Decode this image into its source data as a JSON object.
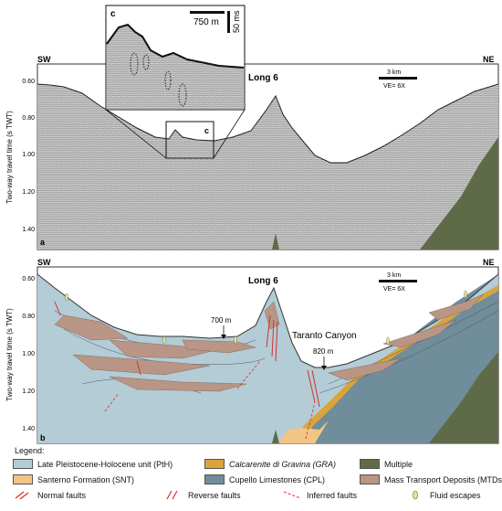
{
  "panel_a": {
    "letter": "a",
    "profile_name": "Long 6",
    "left_end": "SW",
    "right_end": "NE",
    "y_axis_label": "Two-way travel time (s TWT)",
    "y_ticks": [
      "0.60",
      "0.80",
      "1.00",
      "1.20",
      "1.40"
    ],
    "scale_bar": "3 km",
    "ve": "VE= 6X",
    "inset": {
      "letter": "c",
      "h_scale": "750 m",
      "v_scale": "50 ms"
    },
    "box_letter": "c"
  },
  "panel_b": {
    "letter": "b",
    "profile_name": "Long 6",
    "left_end": "SW",
    "right_end": "NE",
    "y_axis_label": "Two-way travel time (s TWT)",
    "y_ticks": [
      "0.60",
      "0.80",
      "1.00",
      "1.20",
      "1.40"
    ],
    "scale_bar": "3 km",
    "ve": "VE= 6X",
    "label_700": "700 m",
    "label_820": "820 m",
    "canyon_label": "Taranto Canyon"
  },
  "legend": {
    "title": "Legend:",
    "items": [
      {
        "label": "Late Pleistocene-Holocene unit (PtH)",
        "color": "#b3ccd6"
      },
      {
        "label": "Calcarenite di Gravina (GRA)",
        "color": "#d9a43a"
      },
      {
        "label": "Multiple",
        "color": "#5f6b48"
      },
      {
        "label": "Santerno Formation (SNT)",
        "color": "#f2c585"
      },
      {
        "label": "Cupello Limestones (CPL)",
        "color": "#6f8d9a"
      },
      {
        "label": "Mass Transport Deposits (MTDs)",
        "color": "#b99585"
      },
      {
        "label": "Normal faults",
        "color": "#d6312b"
      },
      {
        "label": "Reverse faults",
        "color": "#d6312b"
      },
      {
        "label": "Inferred faults",
        "color": "#d6312b"
      },
      {
        "label": "Fluid escapes",
        "color": "#e8e0a0"
      }
    ]
  }
}
